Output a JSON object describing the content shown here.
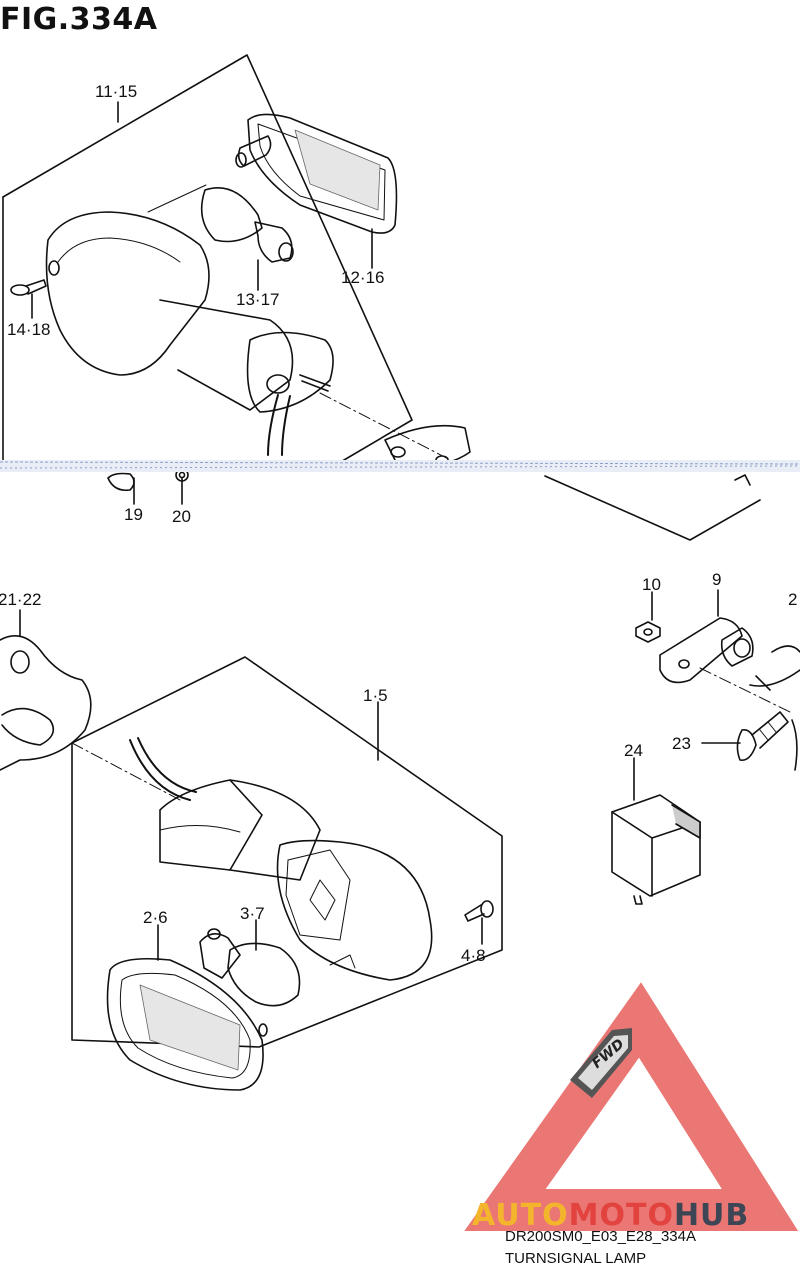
{
  "figure": {
    "title": "FIG.334A",
    "model_code": "DR200SM0_E03_E28_334A",
    "caption": "TURNSIGNAL LAMP"
  },
  "callouts": {
    "c11_15": "11·15",
    "c12_16": "12·16",
    "c13_17": "13·17",
    "c14_18": "14·18",
    "c19": "19",
    "c20": "20",
    "c21_22": "21·22",
    "c10": "10",
    "c9": "9",
    "c2_right": "2",
    "c1_5": "1·5",
    "c23": "23",
    "c24": "24",
    "c2_6": "2·6",
    "c3_7": "3·7",
    "c4_8": "4·8"
  },
  "fwd_badge": "FWD",
  "watermark": {
    "part1": "AUTO",
    "part2": "MOTO",
    "part3": "HUB",
    "colors": {
      "yellow": "#f3b52c",
      "red": "#e2433f",
      "dark": "#3c4654"
    }
  }
}
